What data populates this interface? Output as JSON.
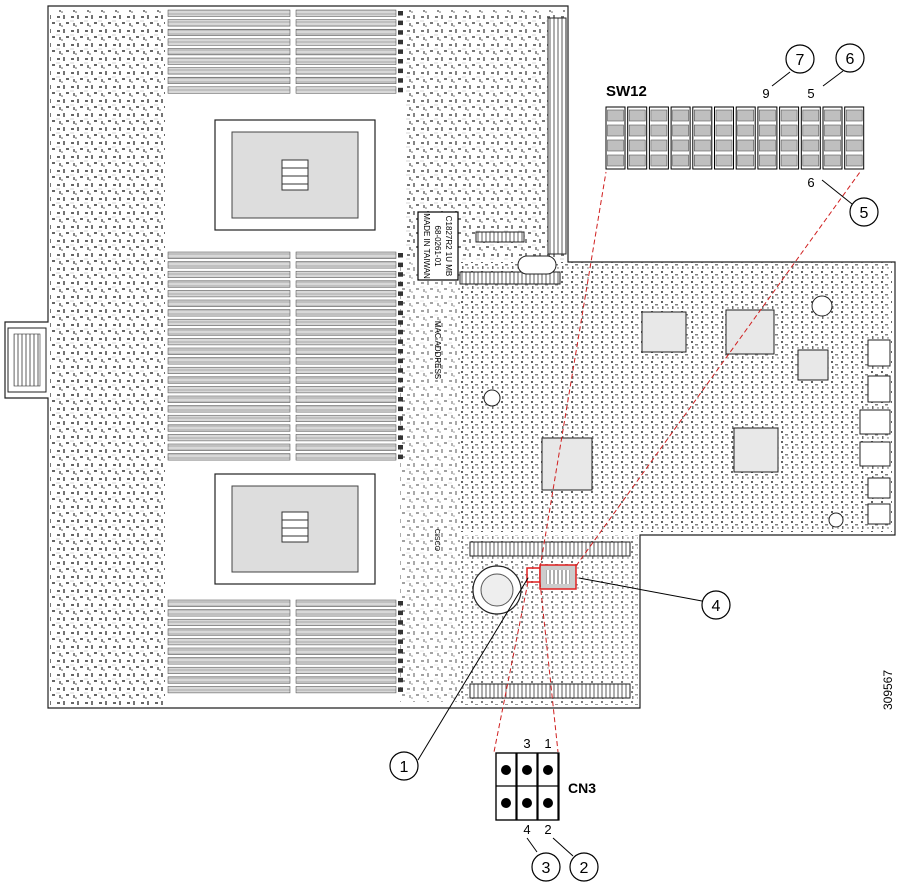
{
  "board": {
    "silk_part": "C1827R2 1U MB",
    "silk_num1": "68-0261-01",
    "silk_num2": "MADE IN TAIWAN",
    "silk_mac": "MAC ADDRESS",
    "silk_cisco": "CISCO"
  },
  "sw12": {
    "title": "SW12",
    "pin_9": "9",
    "pin_5": "5",
    "pin_6": "6",
    "switch_count": 12
  },
  "cn3": {
    "title": "CN3",
    "pin_3": "3",
    "pin_1": "1",
    "pin_4": "4",
    "pin_2": "2"
  },
  "callouts": {
    "c1": "1",
    "c2": "2",
    "c3": "3",
    "c4": "4",
    "c5": "5",
    "c6": "6",
    "c7": "7"
  },
  "figure_id": "309567",
  "colors": {
    "highlight": "#e02020",
    "leader": "#d02020",
    "ink": "#000000",
    "switch_fill": "#bfbfbf"
  }
}
